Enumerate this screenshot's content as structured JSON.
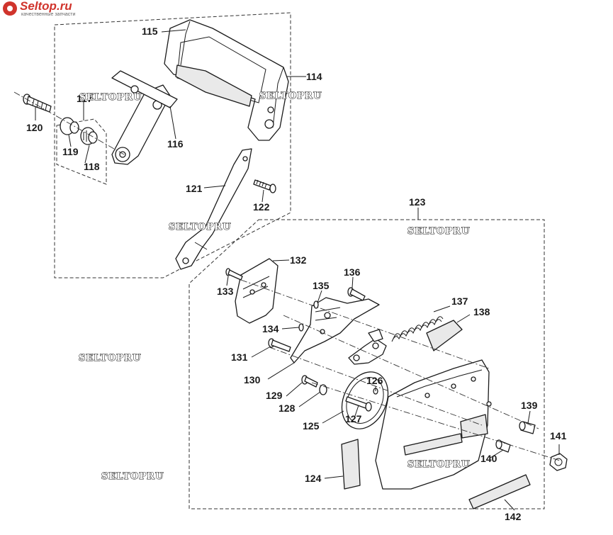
{
  "brand": {
    "name": "Seltop.ru",
    "tagline": "качественные запчасти"
  },
  "watermark": "SELTOPRU",
  "callouts": [
    "114",
    "115",
    "116",
    "117",
    "118",
    "119",
    "120",
    "121",
    "122",
    "123",
    "124",
    "125",
    "126",
    "127",
    "128",
    "129",
    "130",
    "131",
    "132",
    "133",
    "134",
    "135",
    "136",
    "137",
    "138",
    "139",
    "140",
    "141",
    "142"
  ]
}
